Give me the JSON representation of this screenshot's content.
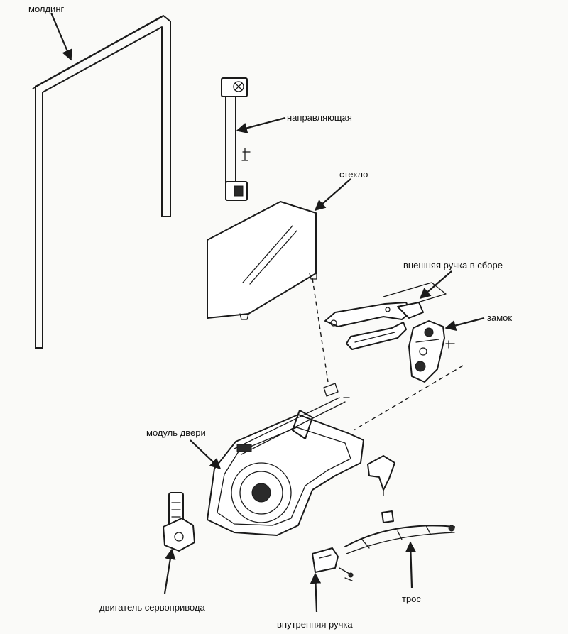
{
  "diagram": {
    "labels": {
      "molding": "молдинг",
      "guide": "направляющая",
      "glass": "стекло",
      "outer_handle": "внешняя ручка в сборе",
      "lock": "замок",
      "door_module": "модуль двери",
      "servo_motor": "двигатель сервопривода",
      "cable": "трос",
      "inner_handle": "внутренняя ручка"
    }
  }
}
